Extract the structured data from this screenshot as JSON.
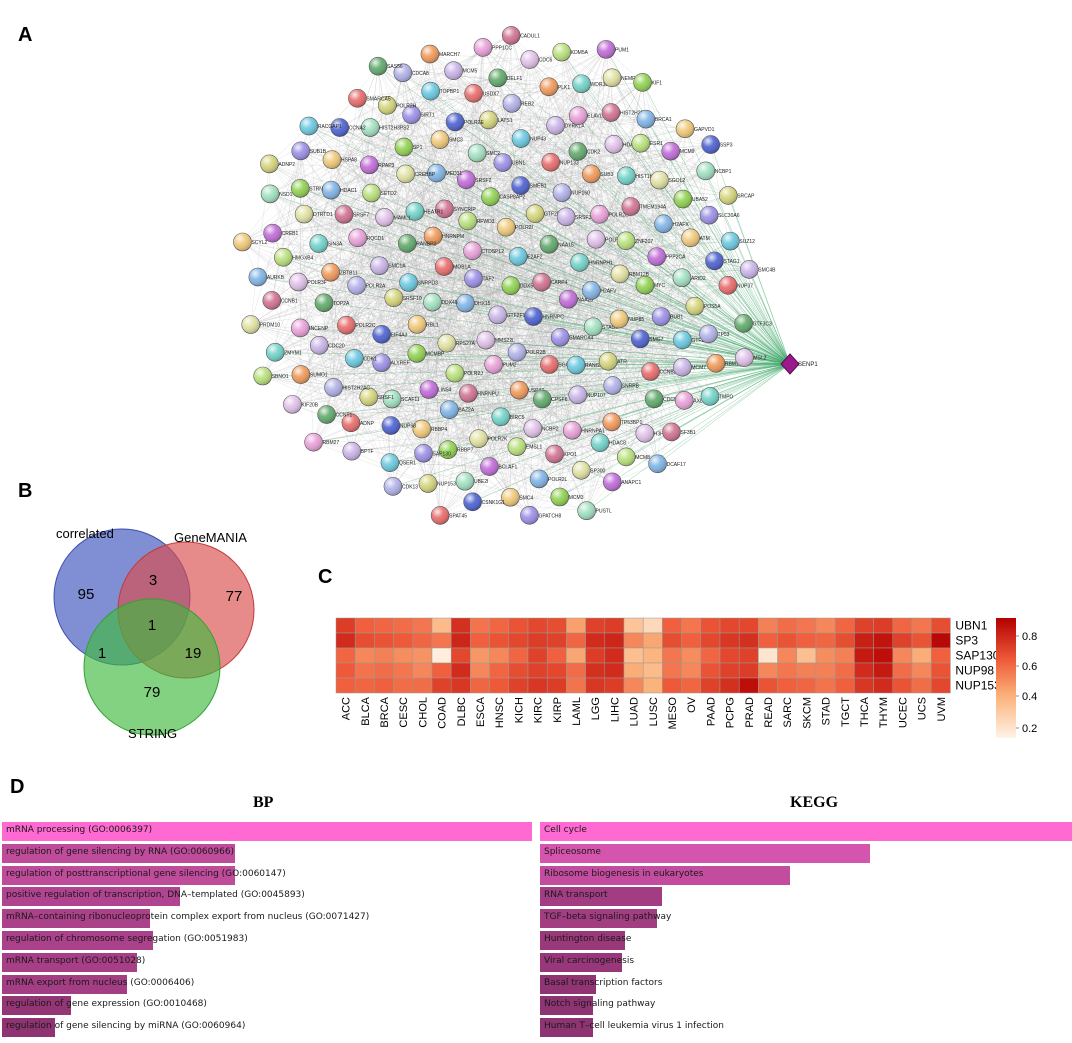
{
  "panels": {
    "a": "A",
    "b": "B",
    "c": "C",
    "d": "D"
  },
  "network": {
    "hub": "SENP1",
    "nodes": [
      "DDX5",
      "TAF2",
      "E2AF2",
      "GTF2F1",
      "CTDSPL2",
      "CARP4",
      "DHX15",
      "POLR2I",
      "HNRNPC",
      "MOB1A",
      "NAA15",
      "MMS22L",
      "RFWD3",
      "NAA25",
      "DDX46",
      "GTF2F2",
      "POLR2B",
      "HNRNPM",
      "HNRNPH1",
      "RPS27A",
      "CASP8AP2",
      "SMARCA4",
      "SNRPD3",
      "SRSF3",
      "PUM2",
      "SYNCRIP",
      "H2AFV",
      "RBL1",
      "SMEB1",
      "SGO2L2",
      "RANBP2",
      "POLR2D",
      "POLR2J",
      "SRSF2",
      "STAG2",
      "SRSF10",
      "NUP160",
      "USP37",
      "HEATR1",
      "RBM12B",
      "MCMBP",
      "UBN1",
      "RANGAP1",
      "SMC1A",
      "POLR2G",
      "HNRNPU",
      "MED31",
      "NUP85",
      "EIF4A3",
      "NUP133",
      "CPSF6",
      "MAML1",
      "ZNF207",
      "LIN54",
      "SMC2",
      "ATR",
      "POLR2A",
      "SUB3",
      "BIRC5",
      "CREBBP",
      "MYC",
      "ALYREF",
      "NUP43",
      "NUP107",
      "RQCD1",
      "TMEM194A",
      "BAZ2A",
      "SMC3",
      "SMG7",
      "POLR2C",
      "CDK2",
      "NCBP2",
      "SETD2",
      "PPP2CA",
      "SCAF11",
      "LATS1",
      "SNRPB",
      "ZBTB11",
      "HIST1H2BA",
      "POLR2K",
      "SP1",
      "BUB1",
      "CDK1",
      "DYRK1A",
      "HNRNPA1",
      "SRSF7",
      "H2AFX",
      "RBBP4",
      "POLR2E",
      "CCNB2",
      "TOP2A",
      "HDAC2",
      "EMSL1",
      "RPAP3",
      "ARID2",
      "SRSF1",
      "REB2",
      "TP53BP1",
      "SIN3A",
      "SGOL2",
      "RBBP7",
      "SIRT1",
      "GTF2H3",
      "CDC20",
      "ELAVL1",
      "XPO1",
      "HDAC1",
      "ATM",
      "NUP98",
      "USDX7",
      "CDC5L",
      "POLR3F",
      "ESR1",
      "BCLAF1",
      "HIST2H3PS2",
      "POS5A",
      "HIST2H2AC",
      "PLK1",
      "HDAC8",
      "DTRTD1",
      "UBA52",
      "SAP130",
      "TOPBP1",
      "MCM7",
      "INCENP",
      "HIST2H2B",
      "POLR2L",
      "HSPA8",
      "STAG1",
      "ADNP",
      "DELF1",
      "H3HDM1",
      "HMGXB4",
      "MCM9",
      "UBE2I",
      "POLR2H",
      "TP53",
      "SUMO1",
      "WDR36",
      "SP300",
      "STRN",
      "SLC30A6",
      "QSER1",
      "MCM5",
      "AXL2",
      "CCNB1",
      "BRCA1",
      "SMC4",
      "CCNA2",
      "NUP37",
      "CCNT1",
      "CDC6",
      "MCM8",
      "CREB1",
      "NCBP1",
      "NUP153",
      "CDCA8",
      "RBM12",
      "ZMYM1",
      "NEMP1",
      "MCM3",
      "SUB1B",
      "SUZ12",
      "BPTF",
      "PPP1CC",
      "SF3B1",
      "AURKB",
      "GAPVD1",
      "CSNK1G1",
      "SMARCA5",
      "GTF3C3",
      "KIF20B",
      "KDM5A",
      "ANAPC1",
      "NSD1",
      "SRCAP",
      "CDK13",
      "MARCH7",
      "TMPO",
      "PRDM10",
      "KIF1",
      "GPATCH8",
      "RACGAP1",
      "SMC4B",
      "RBM27",
      "CADUL1",
      "DCAF17",
      "SCYL2",
      "SSP3",
      "SPAT45",
      "SAS56",
      "MSL2",
      "SBNO1",
      "PUM1",
      "PUSTL",
      "ADNP2"
    ]
  },
  "venn": {
    "sets": [
      {
        "name": "correlated",
        "color": "#5b6fc6"
      },
      {
        "name": "GeneMANIA",
        "color": "#e06c6c"
      },
      {
        "name": "STRING",
        "color": "#5cc25c"
      }
    ],
    "regions": {
      "correlated_only": 95,
      "genemania_only": 77,
      "string_only": 79,
      "correlated_genemania": 3,
      "correlated_string": 1,
      "genemania_string": 19,
      "all_three": 1
    }
  },
  "heatmap": {
    "rows": [
      "UBN1",
      "SP3",
      "SAP130",
      "NUP98",
      "NUP153"
    ],
    "cols": [
      "ACC",
      "BLCA",
      "BRCA",
      "CESC",
      "CHOL",
      "COAD",
      "DLBC",
      "ESCA",
      "HNSC",
      "KICH",
      "KIRC",
      "KIRP",
      "LAML",
      "LGG",
      "LIHC",
      "LUAD",
      "LUSC",
      "MESO",
      "OV",
      "PAAD",
      "PCPG",
      "PRAD",
      "READ",
      "SARC",
      "SKCM",
      "STAD",
      "TGCT",
      "THCA",
      "THYM",
      "UCEC",
      "UCS",
      "UVM"
    ],
    "values": [
      [
        0.74,
        0.62,
        0.6,
        0.58,
        0.55,
        0.32,
        0.78,
        0.56,
        0.6,
        0.66,
        0.7,
        0.68,
        0.42,
        0.72,
        0.74,
        0.28,
        0.18,
        0.62,
        0.55,
        0.66,
        0.7,
        0.7,
        0.52,
        0.58,
        0.55,
        0.5,
        0.6,
        0.72,
        0.74,
        0.6,
        0.55,
        0.68
      ],
      [
        0.8,
        0.68,
        0.66,
        0.64,
        0.6,
        0.55,
        0.82,
        0.62,
        0.66,
        0.7,
        0.74,
        0.72,
        0.6,
        0.8,
        0.82,
        0.5,
        0.4,
        0.68,
        0.62,
        0.7,
        0.76,
        0.78,
        0.62,
        0.66,
        0.62,
        0.6,
        0.68,
        0.84,
        0.88,
        0.72,
        0.66,
        0.92
      ],
      [
        0.6,
        0.5,
        0.52,
        0.48,
        0.46,
        0.08,
        0.7,
        0.45,
        0.5,
        0.6,
        0.72,
        0.62,
        0.4,
        0.74,
        0.8,
        0.3,
        0.35,
        0.55,
        0.48,
        0.6,
        0.7,
        0.72,
        0.12,
        0.5,
        0.3,
        0.48,
        0.52,
        0.86,
        0.9,
        0.5,
        0.38,
        0.62
      ],
      [
        0.64,
        0.56,
        0.58,
        0.55,
        0.5,
        0.62,
        0.8,
        0.5,
        0.6,
        0.68,
        0.72,
        0.7,
        0.58,
        0.78,
        0.8,
        0.38,
        0.32,
        0.55,
        0.5,
        0.66,
        0.72,
        0.74,
        0.5,
        0.55,
        0.52,
        0.52,
        0.58,
        0.8,
        0.86,
        0.58,
        0.5,
        0.66
      ],
      [
        0.62,
        0.6,
        0.62,
        0.58,
        0.58,
        0.72,
        0.76,
        0.6,
        0.64,
        0.72,
        0.76,
        0.74,
        0.56,
        0.76,
        0.74,
        0.5,
        0.36,
        0.64,
        0.6,
        0.72,
        0.78,
        0.9,
        0.66,
        0.62,
        0.6,
        0.56,
        0.62,
        0.76,
        0.8,
        0.66,
        0.58,
        0.7
      ]
    ],
    "legend_ticks": [
      "0.8",
      "0.6",
      "0.4",
      "0.2"
    ],
    "color_low": "#fff3e8",
    "color_high": "#b30000"
  },
  "bp": {
    "title": "BP",
    "bar_color_top": "#ff69d2",
    "bar_color_low": "#7a2a60",
    "items": [
      {
        "label": "mRNA processing (GO:0006397)",
        "score": 1.0
      },
      {
        "label": "regulation of gene silencing by RNA (GO:0060966)",
        "score": 0.44
      },
      {
        "label": "regulation of posttranscriptional gene silencing (GO:0060147)",
        "score": 0.44
      },
      {
        "label": "positive regulation of transcription, DNA–templated (GO:0045893)",
        "score": 0.335
      },
      {
        "label": "mRNA–containing ribonucleoprotein complex export from nucleus (GO:0071427)",
        "score": 0.28
      },
      {
        "label": "regulation of chromosome segregation (GO:0051983)",
        "score": 0.285
      },
      {
        "label": "mRNA transport (GO:0051028)",
        "score": 0.255
      },
      {
        "label": "mRNA export from nucleus (GO:0006406)",
        "score": 0.235
      },
      {
        "label": "regulation of gene expression (GO:0010468)",
        "score": 0.13
      },
      {
        "label": "regulation of gene silencing by miRNA (GO:0060964)",
        "score": 0.1
      }
    ]
  },
  "kegg": {
    "title": "KEGG",
    "bar_color_top": "#ff69d2",
    "bar_color_low": "#7a2a60",
    "items": [
      {
        "label": "Cell cycle",
        "score": 1.0
      },
      {
        "label": "Spliceosome",
        "score": 0.62
      },
      {
        "label": "Ribosome biogenesis in eukaryotes",
        "score": 0.47
      },
      {
        "label": "RNA transport",
        "score": 0.23
      },
      {
        "label": "TGF–beta signaling pathway",
        "score": 0.22
      },
      {
        "label": "Huntington disease",
        "score": 0.16
      },
      {
        "label": "Viral carcinogenesis",
        "score": 0.155
      },
      {
        "label": "Basal transcription factors",
        "score": 0.105
      },
      {
        "label": "Notch signaling pathway",
        "score": 0.1
      },
      {
        "label": "Human T–cell leukemia virus 1 infection",
        "score": 0.1
      }
    ]
  }
}
